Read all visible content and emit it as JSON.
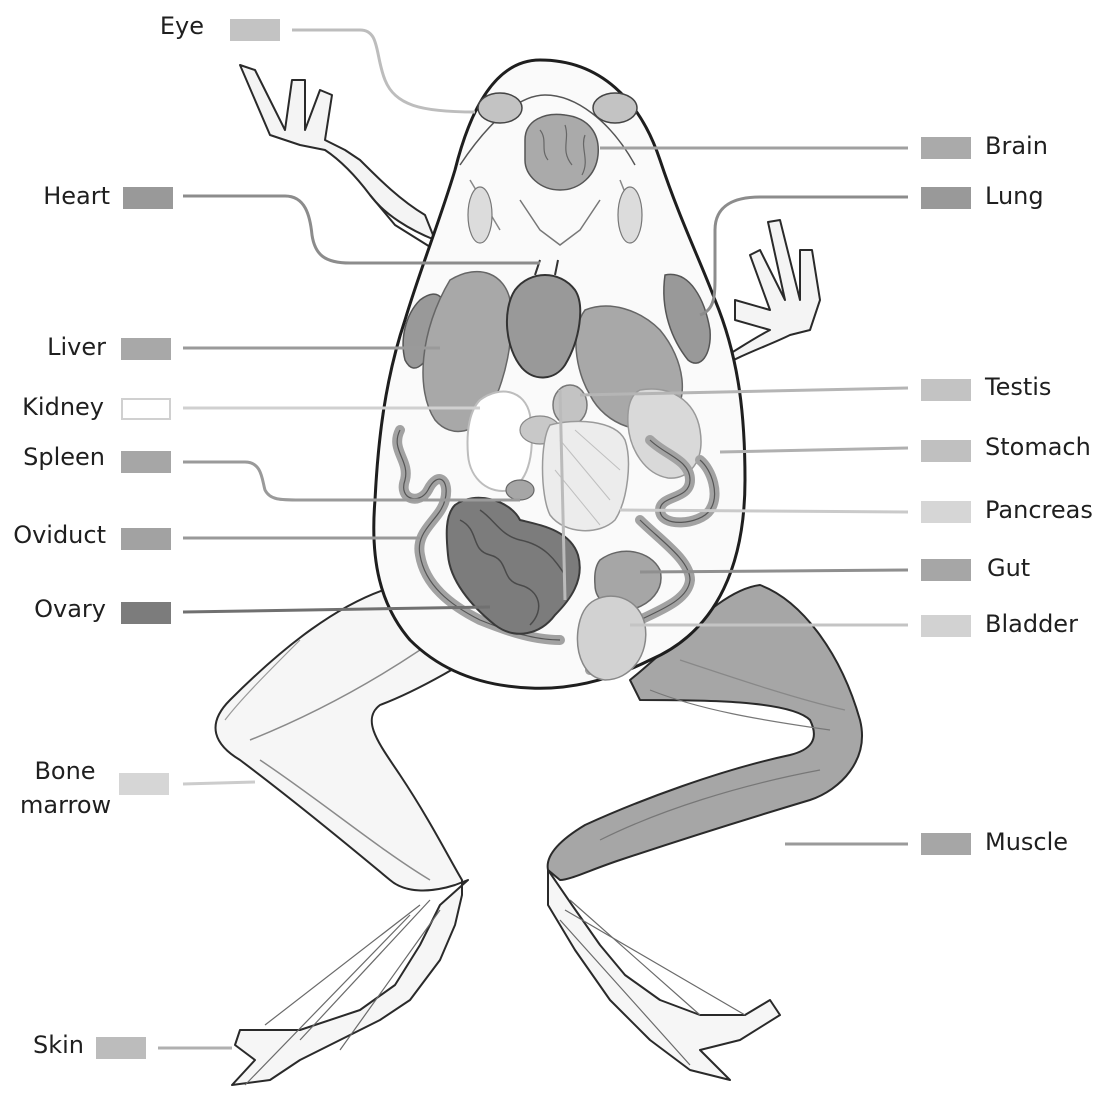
{
  "labels": {
    "eye": "Eye",
    "brain": "Brain",
    "lung": "Lung",
    "heart": "Heart",
    "liver": "Liver",
    "kidney": "Kidney",
    "spleen": "Spleen",
    "oviduct": "Oviduct",
    "ovary": "Ovary",
    "bone_marrow_1": "Bone",
    "bone_marrow_2": "marrow",
    "skin": "Skin",
    "testis": "Testis",
    "stomach": "Stomach",
    "pancreas": "Pancreas",
    "gut": "Gut",
    "bladder": "Bladder",
    "muscle": "Muscle"
  },
  "swatch_colors": {
    "eye": "#c3c3c3",
    "brain": "#aaaaaa",
    "lung": "#999999",
    "heart": "#999999",
    "liver": "#a8a8a8",
    "kidney": "#ffffff",
    "spleen": "#a6a6a6",
    "oviduct": "#a2a2a2",
    "ovary": "#7c7c7c",
    "bone_marrow": "#d6d6d6",
    "skin": "#bcbcbc",
    "testis": "#c3c3c3",
    "stomach": "#c0c0c0",
    "pancreas": "#d6d6d6",
    "gut": "#a6a6a6",
    "bladder": "#d2d2d2",
    "muscle": "#a6a6a6"
  }
}
